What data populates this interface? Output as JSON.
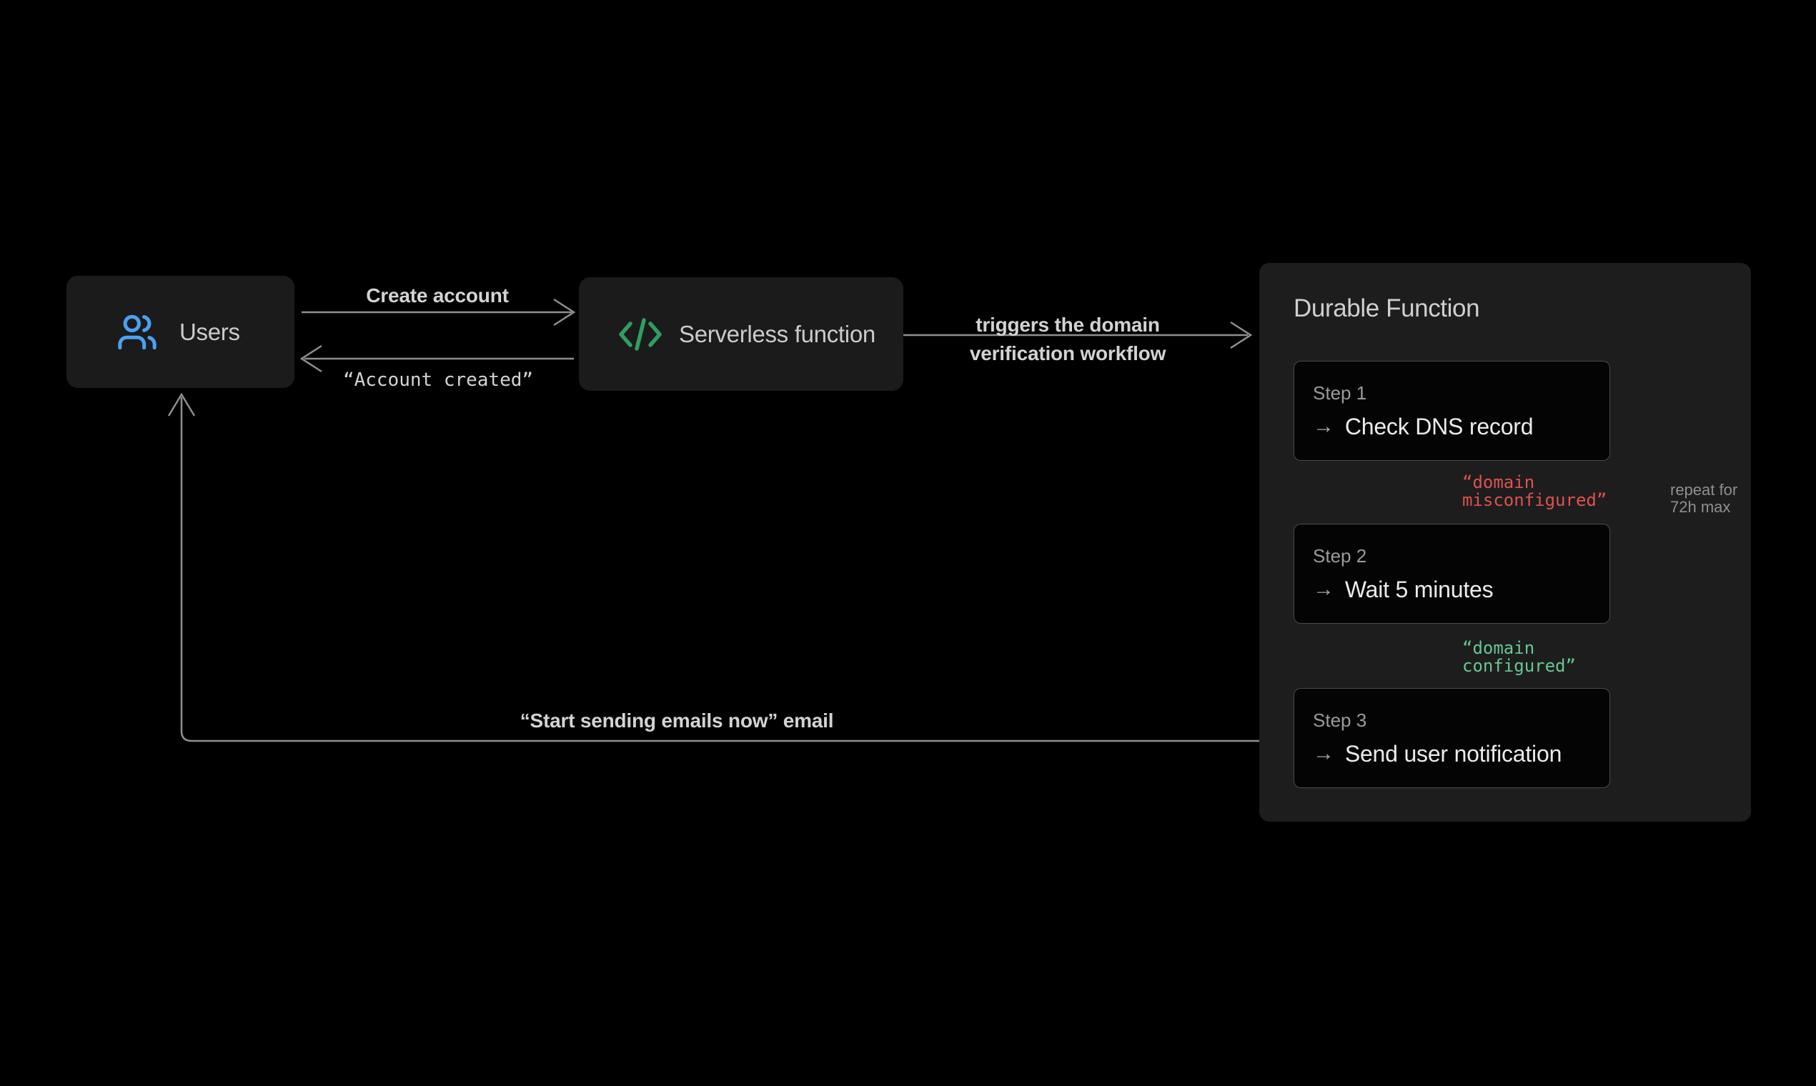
{
  "nodes": {
    "users": {
      "label": "Users",
      "icon": "users-icon"
    },
    "serverless": {
      "label": "Serverless function",
      "icon": "code-icon"
    }
  },
  "durable": {
    "title": "Durable Function",
    "steps": [
      {
        "label": "Step 1",
        "action": "Check DNS record"
      },
      {
        "label": "Step 2",
        "action": "Wait 5 minutes"
      },
      {
        "label": "Step 3",
        "action": "Send user notification"
      }
    ]
  },
  "edges": {
    "create_account": {
      "label": "Create account"
    },
    "account_created": {
      "label": "“Account created”"
    },
    "triggers": {
      "line1": "triggers the domain",
      "line2": "verification workflow"
    },
    "start_sending": {
      "label": "“Start sending emails now” email"
    },
    "domain_misconfigured": {
      "line1": "“domain",
      "line2": "misconfigured”"
    },
    "domain_configured": {
      "line1": "“domain",
      "line2": "configured”"
    }
  },
  "notes": {
    "repeat": {
      "line1": "repeat for",
      "line2": "72h max"
    }
  },
  "icons": {
    "arrow_right": "→"
  },
  "colors": {
    "background": "#000000",
    "node_background": "#1b1b1b",
    "panel_background": "#1d1d1d",
    "step_background": "#040404",
    "step_border": "#4a4a4a",
    "line_gray": "#8f8f8f",
    "text_light": "#ebebeb",
    "text_gray": "#9b9b9b",
    "accent_blue": "#4ba1f1",
    "accent_green_icon": "#2f9e63",
    "status_red": "#e0514f",
    "status_green": "#67c792"
  }
}
